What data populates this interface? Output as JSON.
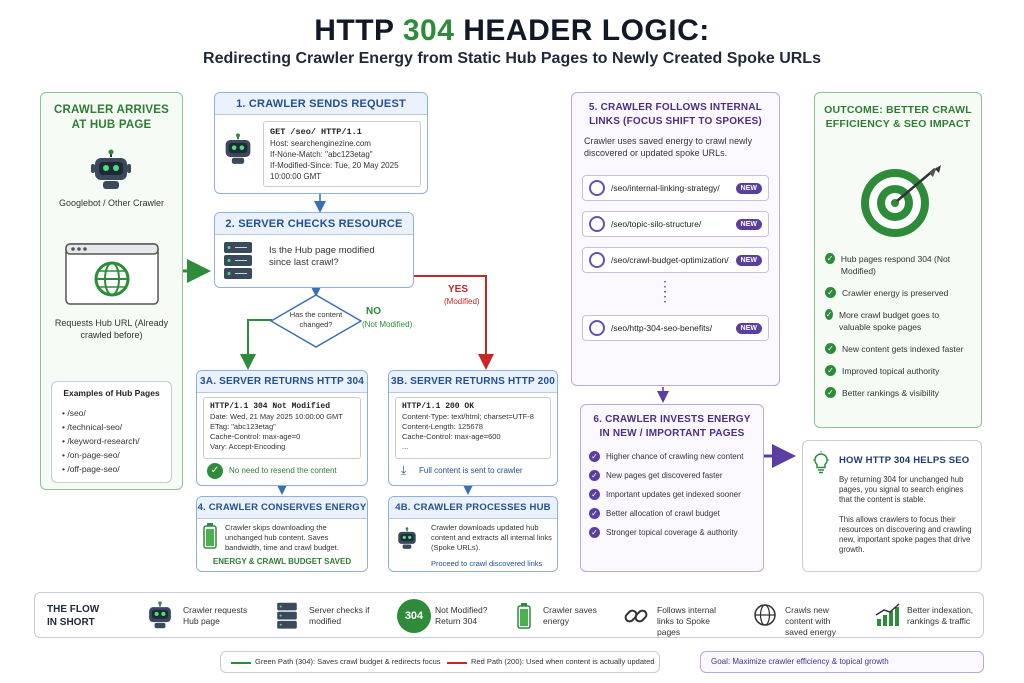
{
  "title": {
    "part1": "HTTP ",
    "accent": "304",
    "part2": " HEADER LOGIC:"
  },
  "subtitle": "Redirecting Crawler Energy from Static Hub Pages to Newly Created Spoke URLs",
  "arrive": {
    "header": "CRAWLER ARRIVES AT HUB PAGE",
    "bot_label": "Googlebot / Other Crawler",
    "request_label": "Requests Hub URL (Already crawled before)",
    "examples_title": "Examples of Hub Pages",
    "examples": [
      "/seo/",
      "/technical-seo/",
      "/keyword-research/",
      "/on-page-seo/",
      "/off-page-seo/"
    ]
  },
  "step1": {
    "header": "1. CRAWLER SENDS REQUEST",
    "code": [
      "GET /seo/ HTTP/1.1",
      "Host: searchenginezine.com",
      "If-None-Match: \"abc123etag\"",
      "If-Modified-Since: Tue, 20 May 2025",
      "10:00:00 GMT"
    ]
  },
  "step2": {
    "header": "2. SERVER CHECKS RESOURCE",
    "question": "Is the Hub page modified since last crawl?",
    "diamond": "Has the content changed?",
    "no_label": "NO",
    "no_sub": "(Not Modified)",
    "yes_label": "YES",
    "yes_sub": "(Modified)"
  },
  "step3a": {
    "header": "3A. SERVER RETURNS HTTP 304",
    "code": [
      "HTTP/1.1 304 Not Modified",
      "Date: Wed, 21 May 2025 10:00:00 GMT",
      "ETag: \"abc123etag\"",
      "Cache-Control: max-age=0",
      "Vary: Accept-Encoding"
    ],
    "note": "No need to resend the content"
  },
  "step3b": {
    "header": "3B. SERVER RETURNS HTTP 200",
    "code": [
      "HTTP/1.1 200 OK",
      "Content-Type: text/html; charset=UTF-8",
      "Content-Length: 125678",
      "Cache-Control: max-age=600",
      "..."
    ],
    "note": "Full content is sent to crawler"
  },
  "step4a": {
    "header": "4. CRAWLER CONSERVES ENERGY",
    "text": "Crawler skips downloading the unchanged hub content. Saves bandwidth, time and crawl budget.",
    "tag": "ENERGY & CRAWL BUDGET SAVED"
  },
  "step4b": {
    "header": "4B. CRAWLER PROCESSES HUB",
    "text": "Crawler downloads updated hub content and extracts all internal links (Spoke URLs).",
    "tag": "Proceed to crawl discovered links"
  },
  "step5": {
    "header": "5. CRAWLER FOLLOWS INTERNAL LINKS (FOCUS SHIFT TO SPOKES)",
    "text": "Crawler uses saved energy to crawl newly discovered or updated spoke URLs.",
    "links": [
      "/seo/internal-linking-strategy/",
      "/seo/topic-silo-structure/",
      "/seo/crawl-budget-optimization/",
      "/seo/http-304-seo-benefits/"
    ],
    "badge": "NEW"
  },
  "step6": {
    "header": "6. CRAWLER INVESTS ENERGY IN NEW / IMPORTANT PAGES",
    "items": [
      "Higher chance of crawling new content",
      "New pages get discovered faster",
      "Important updates get indexed sooner",
      "Better allocation of crawl budget",
      "Stronger topical coverage & authority"
    ]
  },
  "outcome": {
    "header": "OUTCOME: BETTER CRAWL EFFICIENCY & SEO IMPACT",
    "items": [
      "Hub pages respond 304 (Not Modified)",
      "Crawler energy is preserved",
      "More crawl budget goes to valuable spoke pages",
      "New content gets indexed faster",
      "Improved topical authority",
      "Better rankings & visibility"
    ]
  },
  "helps": {
    "header": "HOW HTTP 304 HELPS SEO",
    "p1": "By returning 304 for unchanged hub pages, you signal to search engines that the content is stable.",
    "p2": "This allows crawlers to focus their resources on discovering and crawling new, important spoke pages that drive growth."
  },
  "flow": {
    "title": "THE FLOW IN SHORT",
    "badge": "304",
    "steps": [
      "Crawler requests Hub page",
      "Server checks if modified",
      "Not Modified? Return 304",
      "Crawler saves energy",
      "Follows internal links to Spoke pages",
      "Crawls new content with saved energy",
      "Better indexation, rankings & traffic"
    ]
  },
  "legend": {
    "green": "Green Path (304): Saves crawl budget & redirects focus",
    "red": "Red Path (200): Used when content is actually updated",
    "goal": "Goal: Maximize crawler efficiency & topical growth"
  },
  "colors": {
    "green": "#2e8b3a",
    "red": "#c62828",
    "blue": "#23508f",
    "purple": "#5b3fa0"
  }
}
